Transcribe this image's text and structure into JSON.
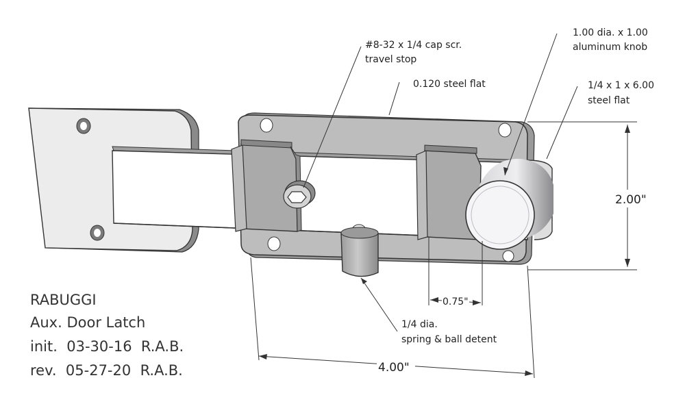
{
  "title_block": {
    "company": "RABUGGI",
    "part": "Aux. Door Latch",
    "init_line": "init.  03-30-16  R.A.B.",
    "rev_line": "rev.  05-27-20  R.A.B."
  },
  "callouts": {
    "cap_screw_line1": "#8-32 x 1/4 cap scr.",
    "cap_screw_line2": "travel stop",
    "knob_line1": "1.00 dia. x 1.00",
    "knob_line2": "aluminum knob",
    "steel_flat_plate": "0.120 steel flat",
    "bolt_line1": "1/4 x 1 x 6.00",
    "bolt_line2": "steel flat",
    "detent_line1": "1/4 dia.",
    "detent_line2": "spring & ball detent"
  },
  "dimensions": {
    "height": "2.00\"",
    "travel": "0.75\"",
    "width": "4.00\""
  },
  "icons": [
    "hex-socket-icon"
  ],
  "colors": {
    "part_fill": "#b9b9b9",
    "part_shadow": "#8f8f8f",
    "knob_face": "#f4f4f6",
    "line": "#333333"
  }
}
